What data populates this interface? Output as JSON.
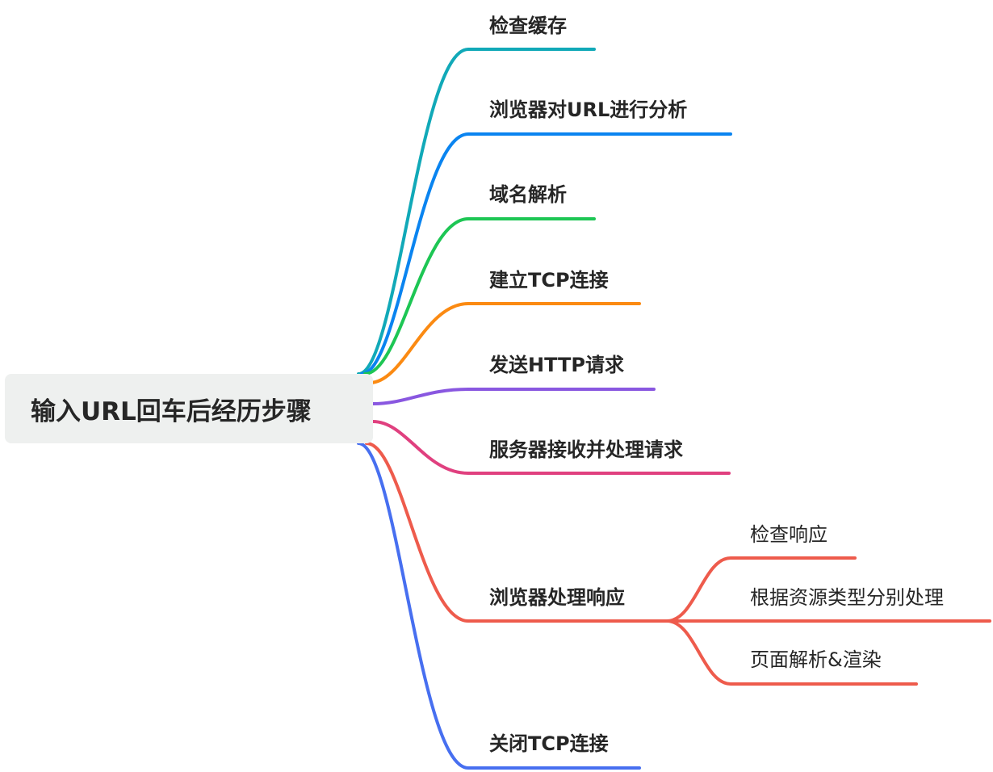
{
  "root": {
    "label": "输入URL回车后经历步骤"
  },
  "branches": [
    {
      "label": "检查缓存",
      "color": "#11a9b8"
    },
    {
      "label": "浏览器对URL进行分析",
      "color": "#0a84f0"
    },
    {
      "label": "域名解析",
      "color": "#1dc654"
    },
    {
      "label": "建立TCP连接",
      "color": "#fb8a12"
    },
    {
      "label": "发送HTTP请求",
      "color": "#8957e0"
    },
    {
      "label": "服务器接收并处理请求",
      "color": "#e0407f"
    },
    {
      "label": "浏览器处理响应",
      "color": "#ee5b4c",
      "children": [
        {
          "label": "检查响应"
        },
        {
          "label": "根据资源类型分别处理"
        },
        {
          "label": "页面解析&渲染"
        }
      ]
    },
    {
      "label": "关闭TCP连接",
      "color": "#476ff0"
    }
  ]
}
